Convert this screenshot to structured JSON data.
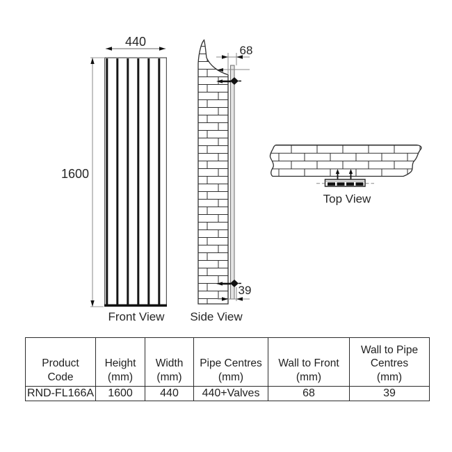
{
  "views": {
    "front": {
      "label": "Front View",
      "width_mm": "440",
      "height_mm": "1600",
      "panel_count": 6
    },
    "side": {
      "label": "Side View",
      "wall_to_front_mm": "68",
      "wall_to_pipe_mm": "39"
    },
    "top": {
      "label": "Top View"
    }
  },
  "table": {
    "headers": [
      [
        "Product",
        "Code"
      ],
      [
        "Height",
        "(mm)"
      ],
      [
        "Width",
        "(mm)"
      ],
      [
        "Pipe Centres",
        "(mm)"
      ],
      [
        "Wall to Front",
        "(mm)"
      ],
      [
        "Wall to Pipe",
        "Centres",
        "(mm)"
      ]
    ],
    "row": [
      "RND-FL166A",
      "1600",
      "440",
      "440+Valves",
      "68",
      "39"
    ]
  },
  "colors": {
    "drawing_line": "#2f2f2f",
    "dimension_line": "#888888",
    "text": "#262626",
    "radiator_fill": "#e4e4e4"
  }
}
